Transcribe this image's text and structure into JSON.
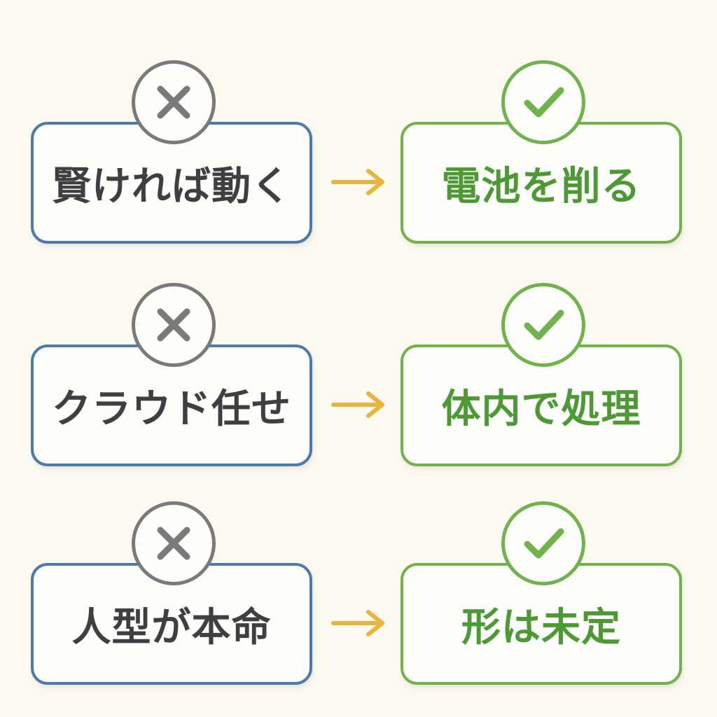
{
  "colors": {
    "background": "#fcf9f1",
    "wrong_border": "#4c7ba8",
    "wrong_badge": "#7a7a7a",
    "right_border": "#70b24c",
    "right_text": "#4d9a34",
    "arrow": "#e8b53c"
  },
  "rows": [
    {
      "wrong_icon": "cross-icon",
      "wrong_text": "賢ければ動く",
      "arrow_icon": "arrow-right-icon",
      "right_icon": "check-icon",
      "right_text": "電池を削る"
    },
    {
      "wrong_icon": "cross-icon",
      "wrong_text": "クラウド任せ",
      "arrow_icon": "arrow-right-icon",
      "right_icon": "check-icon",
      "right_text": "体内で処理"
    },
    {
      "wrong_icon": "cross-icon",
      "wrong_text": "人型が本命",
      "arrow_icon": "arrow-right-icon",
      "right_icon": "check-icon",
      "right_text": "形は未定"
    }
  ]
}
